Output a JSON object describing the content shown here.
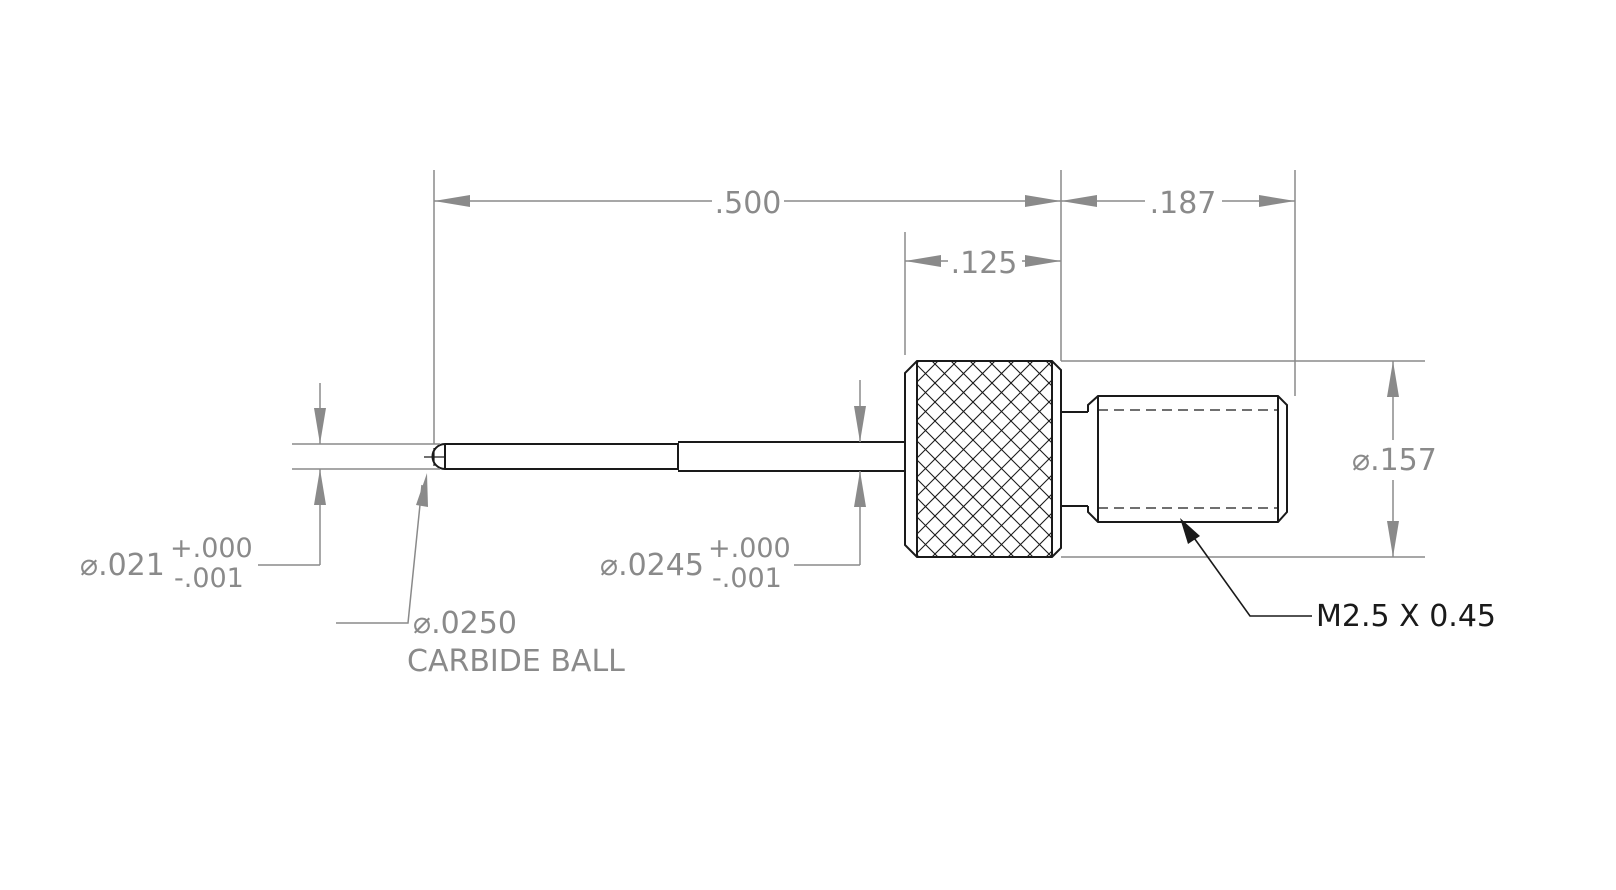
{
  "dimensions": {
    "overall_length": ".500",
    "thread_length": ".187",
    "knurl_length": ".125",
    "body_diameter_value": ".157",
    "shaft_diameter_value": ".021",
    "shaft_tol_upper": "+.000",
    "shaft_tol_lower": "-.001",
    "stem_diameter_value": ".0245",
    "stem_tol_upper": "+.000",
    "stem_tol_lower": "-.001"
  },
  "notes": {
    "ball_diameter_value": ".0250",
    "ball_label": "CARBIDE BALL",
    "thread_spec": "M2.5 X 0.45"
  },
  "symbols": {
    "diameter": "⌀"
  },
  "colors": {
    "object_line": "#1a1a1a",
    "dimension_line": "#8a8a8a",
    "background": "#ffffff"
  }
}
